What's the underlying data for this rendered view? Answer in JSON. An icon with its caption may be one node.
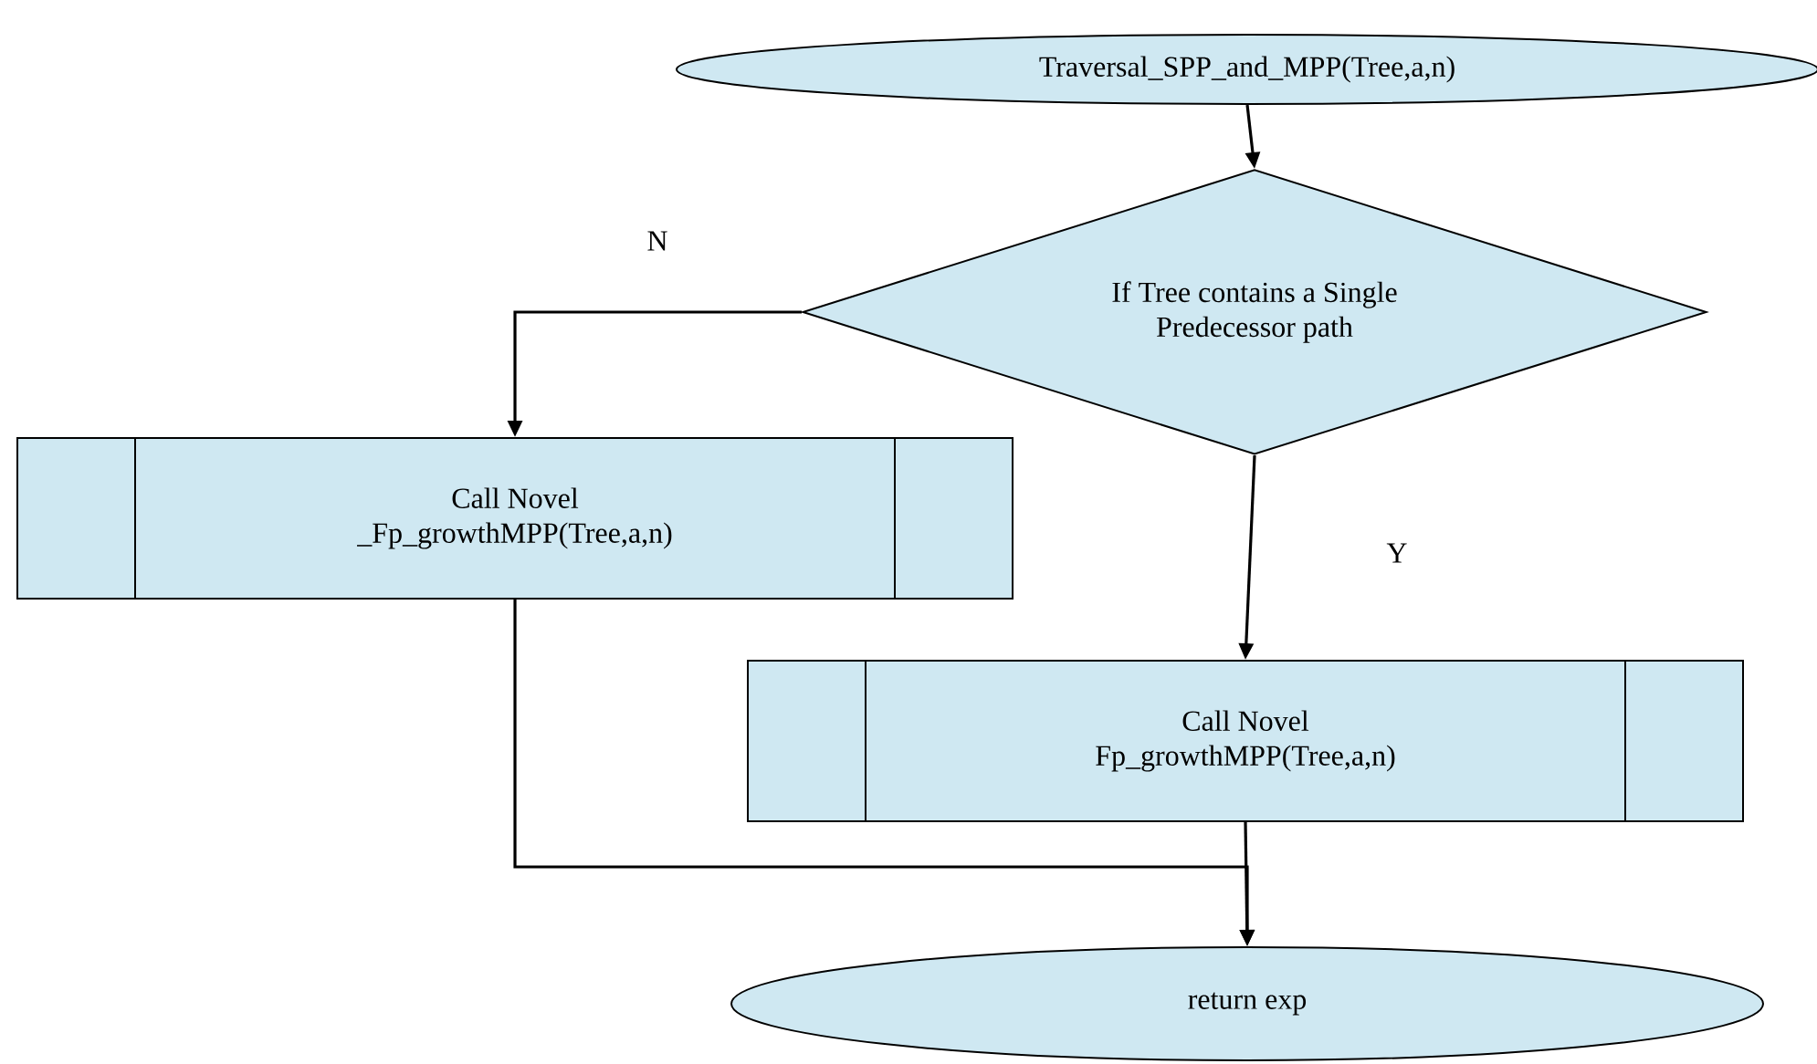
{
  "diagram": {
    "nodes": [
      {
        "text": [
          "Traversal_SPP_and_MPP(Tree,a,n)"
        ]
      },
      {
        "text": [
          "If Tree contains a Single Predecessor path"
        ]
      },
      {
        "text": [
          "Call Novel _Fp_growthMPP(Tree,a,n)"
        ]
      },
      {
        "text": [
          "Call Novel Fp_growthMPP(Tree,a,n)"
        ]
      },
      {
        "text": [
          "return exp"
        ]
      }
    ],
    "edges": [
      {
        "from": 0,
        "to": 1,
        "arrow": "to"
      },
      {
        "from": 1,
        "to": 2,
        "arrow": "to",
        "label": "N"
      },
      {
        "from": 1,
        "to": 3,
        "arrow": "to",
        "label": "Y"
      },
      {
        "from": 2,
        "to": 4,
        "arrow": "to"
      },
      {
        "from": 3,
        "to": 4,
        "arrow": "to"
      }
    ]
  }
}
